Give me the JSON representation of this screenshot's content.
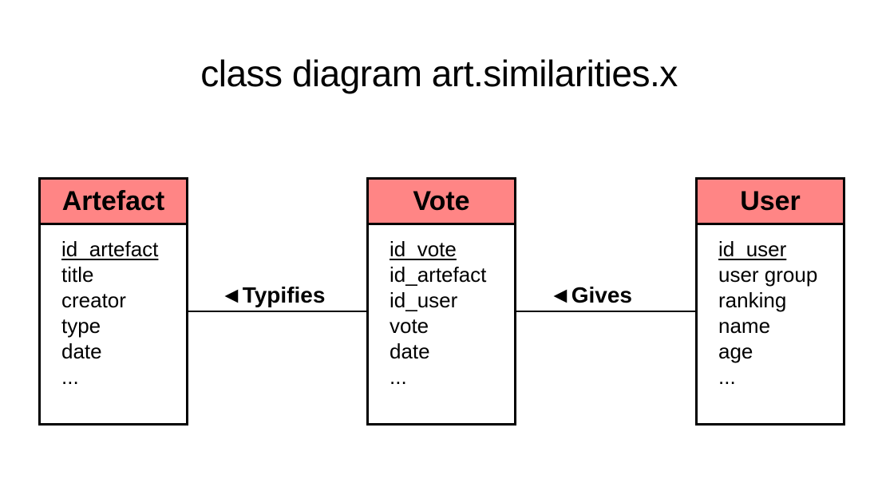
{
  "diagram": {
    "title": "class diagram art.similarities.x",
    "header_color": "#ff8585",
    "classes": [
      {
        "name": "Artefact",
        "attributes": [
          {
            "text": "id_artefact",
            "key": true
          },
          {
            "text": "title",
            "key": false
          },
          {
            "text": "creator",
            "key": false
          },
          {
            "text": "type",
            "key": false
          },
          {
            "text": "date",
            "key": false
          },
          {
            "text": "...",
            "key": false
          }
        ]
      },
      {
        "name": "Vote",
        "attributes": [
          {
            "text": "id_vote",
            "key": true
          },
          {
            "text": "id_artefact",
            "key": false
          },
          {
            "text": "id_user",
            "key": false
          },
          {
            "text": "vote",
            "key": false
          },
          {
            "text": "date",
            "key": false
          },
          {
            "text": "...",
            "key": false
          }
        ]
      },
      {
        "name": "User",
        "attributes": [
          {
            "text": "id_user",
            "key": true
          },
          {
            "text": "user group",
            "key": false
          },
          {
            "text": "ranking",
            "key": false
          },
          {
            "text": "name",
            "key": false
          },
          {
            "text": "age",
            "key": false
          },
          {
            "text": "...",
            "key": false
          }
        ]
      }
    ],
    "associations": [
      {
        "label": "◄Typifies",
        "from": "Vote",
        "to": "Artefact"
      },
      {
        "label": "◄Gives",
        "from": "User",
        "to": "Vote"
      }
    ]
  }
}
